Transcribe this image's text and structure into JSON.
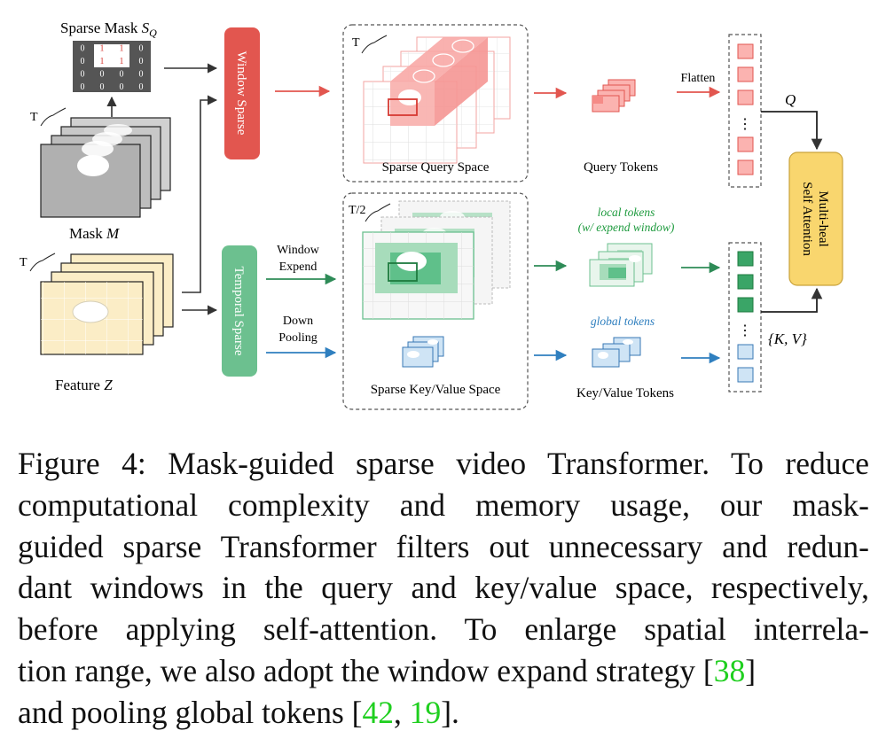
{
  "diagram": {
    "mask_title": "Sparse Mask",
    "mask_symbol": "S",
    "mask_symbol_sub": "Q",
    "mask_grid": [
      [
        "0",
        "1",
        "1",
        "0"
      ],
      [
        "0",
        "1",
        "1",
        "0"
      ],
      [
        "0",
        "0",
        "0",
        "0"
      ],
      [
        "0",
        "0",
        "0",
        "0"
      ]
    ],
    "t_label": "T",
    "t_half_label": "T/2",
    "mask_label": "Mask",
    "mask_var": "M",
    "feature_label": "Feature",
    "feature_var": "Z",
    "window_sparse": "Window Sparse",
    "temporal_sparse": "Temporal Sparse",
    "window_expend_1": "Window",
    "window_expend_2": "Expend",
    "down_pooling_1": "Down",
    "down_pooling_2": "Pooling",
    "sparse_query_space": "Sparse Query Space",
    "sparse_kv_space": "Sparse Key/Value Space",
    "query_tokens": "Query Tokens",
    "kv_tokens": "Key/Value Tokens",
    "flatten": "Flatten",
    "local_tokens_1": "local tokens",
    "local_tokens_2": "(w/ expend window)",
    "global_tokens": "global tokens",
    "q_symbol": "Q",
    "kv_symbol": "{K, V}",
    "dots": "⋮",
    "attention_1": "Multi-heal",
    "attention_2": "Self Attention",
    "colors": {
      "red": "#e2564f",
      "green": "#3aa567",
      "blue": "#2f7fbf",
      "yellow": "#f9d66e",
      "feature": "#fbedc6"
    }
  },
  "caption": {
    "l1": "Figure 4: Mask-guided sparse video Transformer. To reduce",
    "l2": "computational complexity and memory usage, our mask-",
    "l3": "guided sparse Transformer filters out unnecessary and redun-",
    "l4": "dant windows in the query and key/value space, respectively,",
    "l5": "before applying self-attention. To enlarge spatial interrela-",
    "l6a": "tion range, we also adopt the window expand strategy [",
    "ref38": "38",
    "l6b": "]",
    "l7a": "and pooling global tokens [",
    "ref42": "42",
    "l7sep": ", ",
    "ref19": "19",
    "l7b": "]."
  }
}
